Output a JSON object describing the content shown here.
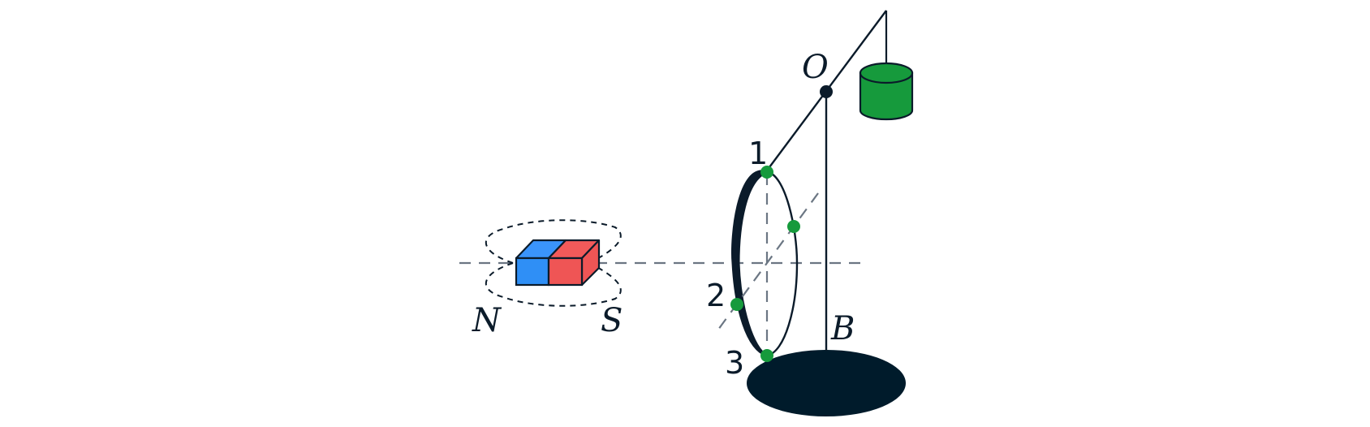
{
  "labels": {
    "pivot": "O",
    "base": "B",
    "north": "N",
    "south": "S",
    "point1": "1",
    "point2": "2",
    "point3": "3"
  },
  "colors": {
    "ink": "#0b1b2a",
    "dash": "#6b7683",
    "magnet_north": "#2f8ff6",
    "magnet_north_top": "#3a94fb",
    "magnet_south": "#ef5555",
    "magnet_south_top": "#f25a5a",
    "counterweight": "#169a3c",
    "marker": "#169a3c",
    "base": "#001b2b"
  }
}
